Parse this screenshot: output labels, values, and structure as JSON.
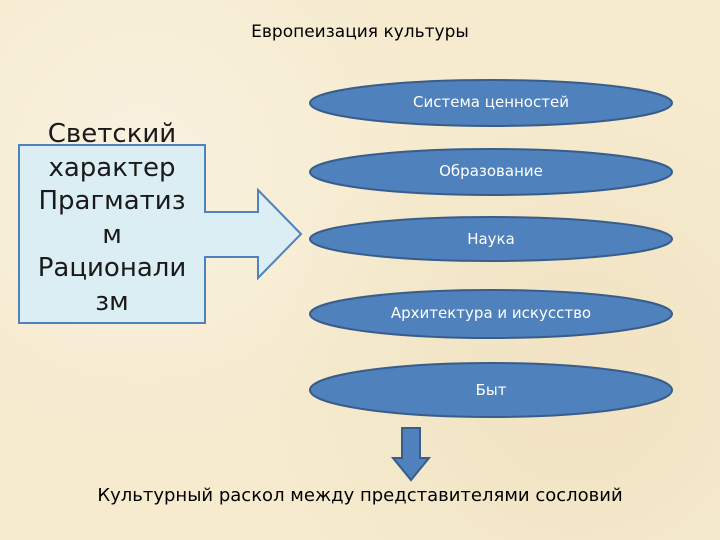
{
  "title": "Европеизация культуры",
  "source_box": {
    "lines": [
      "Светский",
      "характер",
      "Прагматиз",
      "м",
      "Рационали",
      "зм"
    ]
  },
  "items": [
    "Система ценностей",
    "Образование",
    "Наука",
    "Архитектура и искусство",
    "Быт"
  ],
  "conclusion": "Культурный раскол между представителями сословий",
  "colors": {
    "ellipse_fill": "#4f81bd",
    "ellipse_border": "#385d8a",
    "box_fill": "#dbeef4",
    "box_border": "#4f81bd"
  }
}
